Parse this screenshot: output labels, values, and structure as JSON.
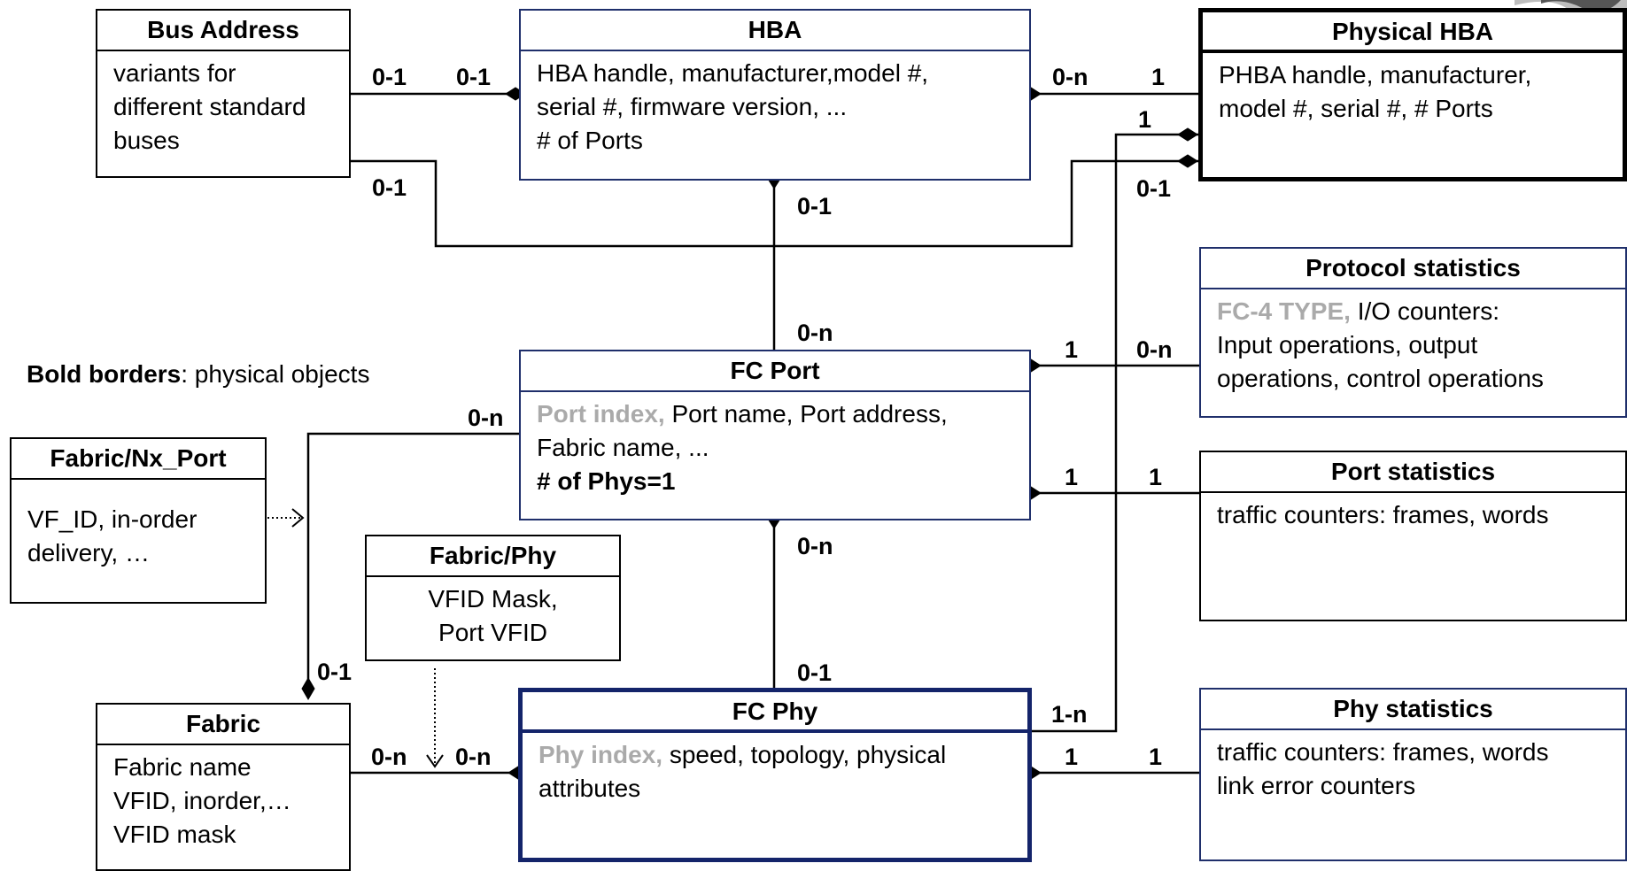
{
  "boxes": {
    "bus_address": {
      "title": "Bus Address",
      "lines": [
        "variants for",
        "different standard",
        "buses"
      ]
    },
    "hba": {
      "title": "HBA",
      "lines": [
        "HBA handle, manufacturer,model #,",
        "serial #, firmware version, ...",
        "# of Ports"
      ]
    },
    "physical_hba": {
      "title": "Physical HBA",
      "lines": [
        "PHBA handle, manufacturer,",
        "model #, serial #, # Ports"
      ]
    },
    "protocol_statistics": {
      "title": "Protocol statistics",
      "gray_prefix": "FC-4 TYPE,",
      "line1_rest": " I/O counters:",
      "lines": [
        "Input operations, output",
        "operations, control operations"
      ]
    },
    "fc_port": {
      "title": "FC Port",
      "gray_prefix": "Port index,",
      "line1_rest": " Port name, Port address,",
      "line2": "Fabric name, ...",
      "bold_line": "# of Phys=1"
    },
    "port_statistics": {
      "title": "Port statistics",
      "lines": [
        "traffic counters: frames, words"
      ]
    },
    "fabric_nx_port": {
      "title": "Fabric/Nx_Port",
      "lines": [
        "VF_ID, in-order",
        "delivery, …"
      ]
    },
    "fabric_phy": {
      "title": "Fabric/Phy",
      "lines": [
        "VFID Mask,",
        "Port VFID"
      ]
    },
    "fabric": {
      "title": "Fabric",
      "lines": [
        "Fabric name",
        "VFID, inorder,…",
        "VFID mask"
      ]
    },
    "fc_phy": {
      "title": "FC Phy",
      "gray_prefix": "Phy index,",
      "line1_rest": " speed, topology, physical",
      "line2": "attributes"
    },
    "phy_statistics": {
      "title": "Phy statistics",
      "lines": [
        "traffic counters: frames, words",
        "link error counters"
      ]
    }
  },
  "legend": {
    "bold_part": "Bold borders",
    "rest": ": physical objects"
  },
  "multiplicities": {
    "bus_hba_left": "0-1",
    "bus_hba_right": "0-1",
    "bus_phba": "0-1",
    "hba_phba_left": "0-n",
    "hba_phba_right": "1",
    "phy_phba_top": "1",
    "phba_bottom": "0-1",
    "hba_down": "0-1",
    "port_up": "0-n",
    "port_proto_left": "1",
    "port_proto_right": "0-n",
    "port_portstat_left": "1",
    "port_portstat_right": "1",
    "port_fabric_top": "0-n",
    "port_down": "0-n",
    "phy_up": "0-1",
    "fabric_up": "0-1",
    "fabric_phy_left": "0-n",
    "fabric_phy_right": "0-n",
    "phy_phba_side": "1-n",
    "phy_phystat_left": "1",
    "phy_phystat_right": "1"
  }
}
